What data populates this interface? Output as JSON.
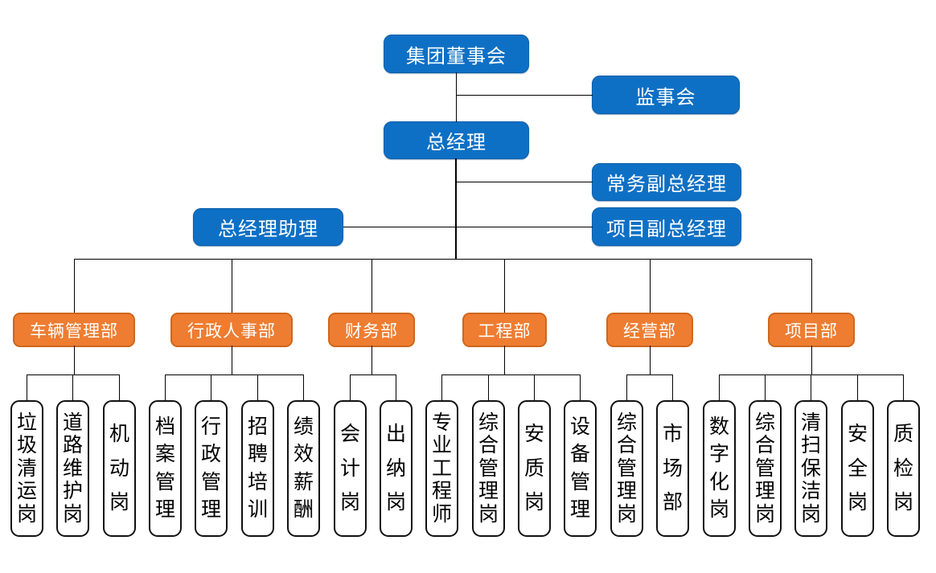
{
  "chart": {
    "type": "org-chart",
    "colors": {
      "executive_box": "#0e70c5",
      "department_box": "#ee7d31",
      "position_box_border": "#111111",
      "connector": "#000000",
      "background": "#ffffff"
    },
    "nodes": {
      "board": "集团董事会",
      "supervisory": "监事会",
      "general_manager": "总经理",
      "exec_deputy_gm": "常务副总经理",
      "gm_assistant": "总经理助理",
      "project_deputy_gm": "项目副总经理"
    },
    "departments": [
      {
        "label": "车辆管理部",
        "positions": [
          "垃圾清运岗",
          "道路维护岗",
          "机动岗"
        ]
      },
      {
        "label": "行政人事部",
        "positions": [
          "档案管理",
          "行政管理",
          "招聘培训",
          "绩效薪酬"
        ]
      },
      {
        "label": "财务部",
        "positions": [
          "会计岗",
          "出纳岗"
        ]
      },
      {
        "label": "工程部",
        "positions": [
          "专业工程师",
          "综合管理岗",
          "安质岗",
          "设备管理"
        ]
      },
      {
        "label": "经营部",
        "positions": [
          "综合管理岗",
          "市场部"
        ]
      },
      {
        "label": "项目部",
        "positions": [
          "数字化岗",
          "综合管理岗",
          "清扫保洁岗",
          "安全岗",
          "质检岗"
        ]
      }
    ]
  }
}
